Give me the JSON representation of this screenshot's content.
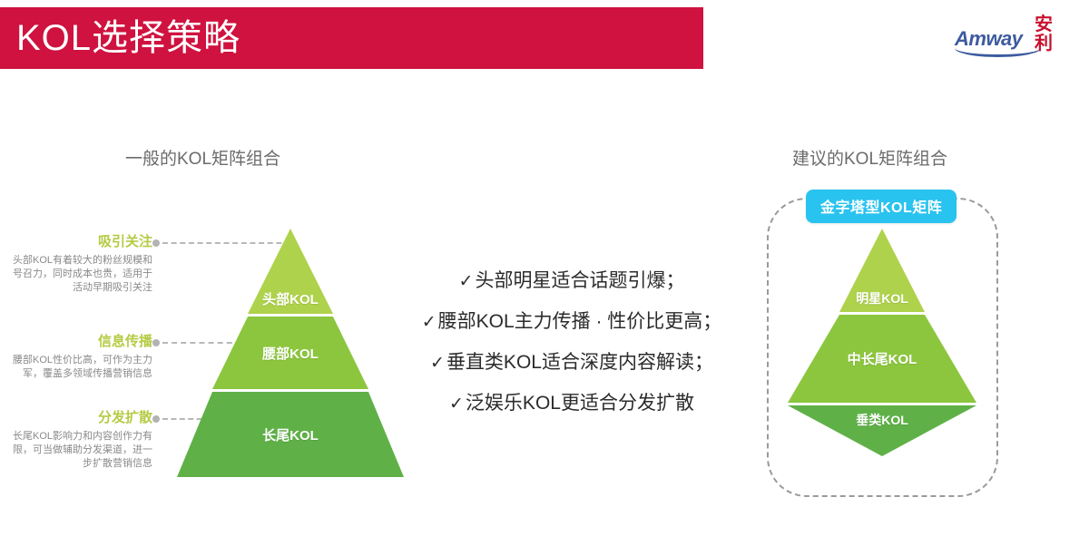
{
  "header": {
    "title": "KOL选择策略",
    "bar_color": "#cf123f"
  },
  "logo": {
    "wordmark": "Amway",
    "cn_name": "安利",
    "wordmark_color": "#3d5ba0",
    "cn_color": "#c8102e"
  },
  "left_panel": {
    "heading": "一般的KOL矩阵组合",
    "annotations": [
      {
        "title": "吸引关注",
        "desc": "头部KOL有着较大的粉丝规模和号召力，同时成本也贵，适用于活动早期吸引关注"
      },
      {
        "title": "信息传播",
        "desc": "腰部KOL性价比高，可作为主力军，覆盖多领域传播营销信息"
      },
      {
        "title": "分发扩散",
        "desc": "长尾KOL影响力和内容创作力有限，可当做辅助分发渠道，进一步扩散营销信息"
      }
    ],
    "pyramid": {
      "tiers": [
        {
          "label": "头部KOL",
          "color": "#aed24b"
        },
        {
          "label": "腰部KOL",
          "color": "#8cc63e"
        },
        {
          "label": "长尾KOL",
          "color": "#5fb147"
        }
      ]
    }
  },
  "middle_panel": {
    "bullets": [
      {
        "tick": "✓",
        "text": "头部明星适合话题引爆；"
      },
      {
        "tick": "✓",
        "text": "腰部KOL主力传播 · 性价比更高；"
      },
      {
        "tick": "✓",
        "text": "垂直类KOL适合深度内容解读；"
      },
      {
        "tick": "✓",
        "text": "泛娱乐KOL更适合分发扩散"
      }
    ]
  },
  "right_panel": {
    "heading": "建议的KOL矩阵组合",
    "badge": {
      "label": "金字塔型KOL矩阵",
      "color": "#29c3ef"
    },
    "pyramid": {
      "tiers": [
        {
          "label": "明星KOL",
          "color": "#aed24b"
        },
        {
          "label": "中长尾KOL",
          "color": "#8cc63e"
        },
        {
          "label": "垂类KOL",
          "color": "#5fb147"
        }
      ]
    }
  }
}
